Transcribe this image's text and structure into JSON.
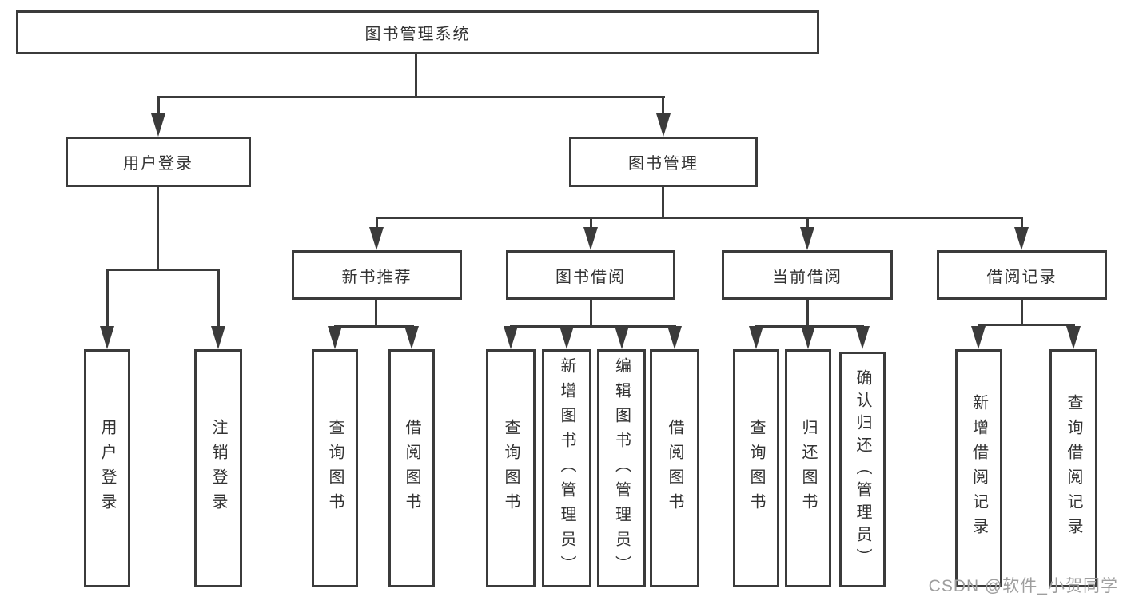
{
  "root": {
    "label": "图书管理系统"
  },
  "level2": {
    "user_login": {
      "label": "用户登录"
    },
    "book_management": {
      "label": "图书管理"
    }
  },
  "level3": {
    "new_book_recommend": {
      "label": "新书推荐"
    },
    "book_borrow": {
      "label": "图书借阅"
    },
    "current_borrow": {
      "label": "当前借阅"
    },
    "borrow_records": {
      "label": "借阅记录"
    }
  },
  "leaves": {
    "user_login": {
      "label": "用户登录"
    },
    "logout": {
      "label": "注销登录"
    },
    "nb_query_books": {
      "label": "查询图书"
    },
    "nb_borrow_books": {
      "label": "借阅图书"
    },
    "bb_query_books": {
      "label": "查询图书"
    },
    "bb_add_books": {
      "label": "新增图书（管理员）"
    },
    "bb_edit_books": {
      "label": "编辑图书（管理员）"
    },
    "bb_borrow_books": {
      "label": "借阅图书"
    },
    "cb_query_books": {
      "label": "查询图书"
    },
    "cb_return_books": {
      "label": "归还图书"
    },
    "cb_confirm_return": {
      "label": "确认归还（管理员）"
    },
    "br_add_record": {
      "label": "新增借阅记录"
    },
    "br_query_record": {
      "label": "查询借阅记录"
    }
  },
  "watermark": "CSDN @软件_小贺同学",
  "colors": {
    "line": "#3b3b3b",
    "text": "#333333",
    "watermark": "#9e9e9e",
    "background": "#ffffff"
  }
}
